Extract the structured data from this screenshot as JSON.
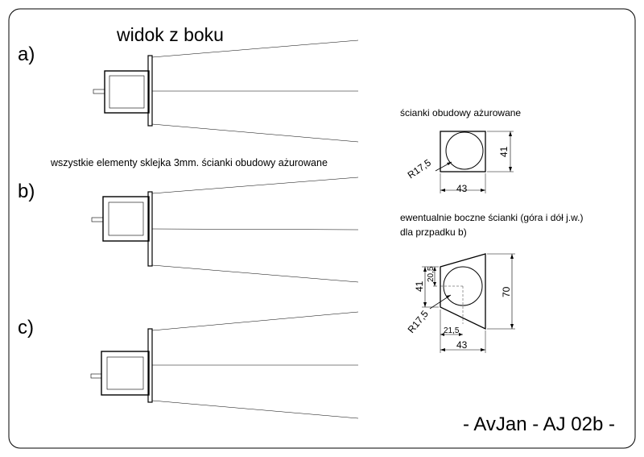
{
  "title": "widok z boku",
  "variants": [
    {
      "label": "a)"
    },
    {
      "label": "b)"
    },
    {
      "label": "c)"
    }
  ],
  "note_b": "wszystkie elementy sklejka 3mm. ścianki obudowy ażurowane",
  "detail_1": {
    "title": "ścianki obudowy ażurowane",
    "radius": "R17,5",
    "width": "43",
    "height": "41"
  },
  "detail_2": {
    "title_line1": "ewentualnie boczne ścianki (góra i dół j.w.)",
    "title_line2": "dla przpadku b)",
    "offset_v": "20,5",
    "height_left": "41",
    "height_right": "70",
    "radius": "R17,5",
    "offset_h": "21,5",
    "width": "43"
  },
  "signature": "- AvJan - AJ 02b -"
}
